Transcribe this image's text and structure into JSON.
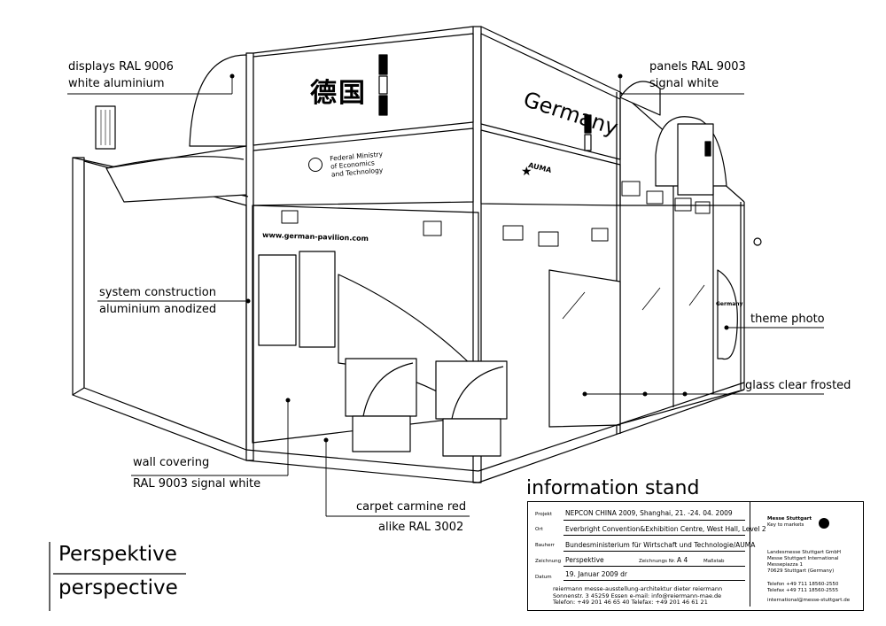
{
  "labels": {
    "displays_line1": "displays RAL 9006",
    "displays_line2": "white aluminium",
    "panels_line1": "panels RAL 9003",
    "panels_line2": "signal white",
    "system_line1": "system construction",
    "system_line2": "aluminium anodized",
    "theme_photo": "theme photo",
    "glass": "glass clear frosted",
    "wall_line1": "wall covering",
    "wall_line2": "RAL 9003 signal white",
    "carpet_line1": "carpet carmine red",
    "carpet_line2": "alike RAL 3002"
  },
  "stand": {
    "chinese_sign": "德国",
    "germany_sign": "Germany",
    "ministry_line1": "Federal Ministry",
    "ministry_line2": "of Economics",
    "ministry_line3": "and Technology",
    "auma": "AUMA",
    "website": "www.german-pavilion.com",
    "small_germany": "Germany"
  },
  "info_title": "information stand",
  "perspective": {
    "de": "Perspektive",
    "en": "perspective"
  },
  "title_block": {
    "projekt_key": "Projekt",
    "projekt_val": "NEPCON CHINA 2009, Shanghai, 21. -24. 04. 2009",
    "ort_key": "Ort",
    "ort_val": "Everbright Convention&Exhibition Centre, West Hall, Level 2",
    "bauherr_key": "Bauherr",
    "bauherr_val": "Bundesministerium für Wirtschaft und Technologie/AUMA",
    "zeichnung_key": "Zeichnung",
    "zeichnung_val": "Perspektive",
    "zeichnung_nr_key": "Zeichnungs Nr.",
    "zeichnung_nr_val": "A 4",
    "massstab_key": "Maßstab",
    "datum_key": "Datum",
    "datum_val": "19. Januar 2009 dr",
    "architect_line1": "reiermann messe-ausstellung-architektur dieter reiermann",
    "architect_line2": "Sonnenstr. 3 45259 Essen e-mail: info@reiermann-mae.de",
    "architect_line3": "Telefon: +49 201 46 65 40 Telefax: +49 201 46 61 21",
    "messe_logo_line1": "Messe Stuttgart",
    "messe_logo_line2": "Key to markets",
    "messe_addr_line1": "Landesmesse Stuttgart GmbH",
    "messe_addr_line2": "Messe Stuttgart International",
    "messe_addr_line3": "Messepiazza 1",
    "messe_addr_line4": "70629 Stuttgart (Germany)",
    "messe_tel": "Telefon +49 711 18560-2550",
    "messe_fax": "Telefax +49 711 18560-2555",
    "messe_email": "international@messe-stuttgart.de"
  }
}
